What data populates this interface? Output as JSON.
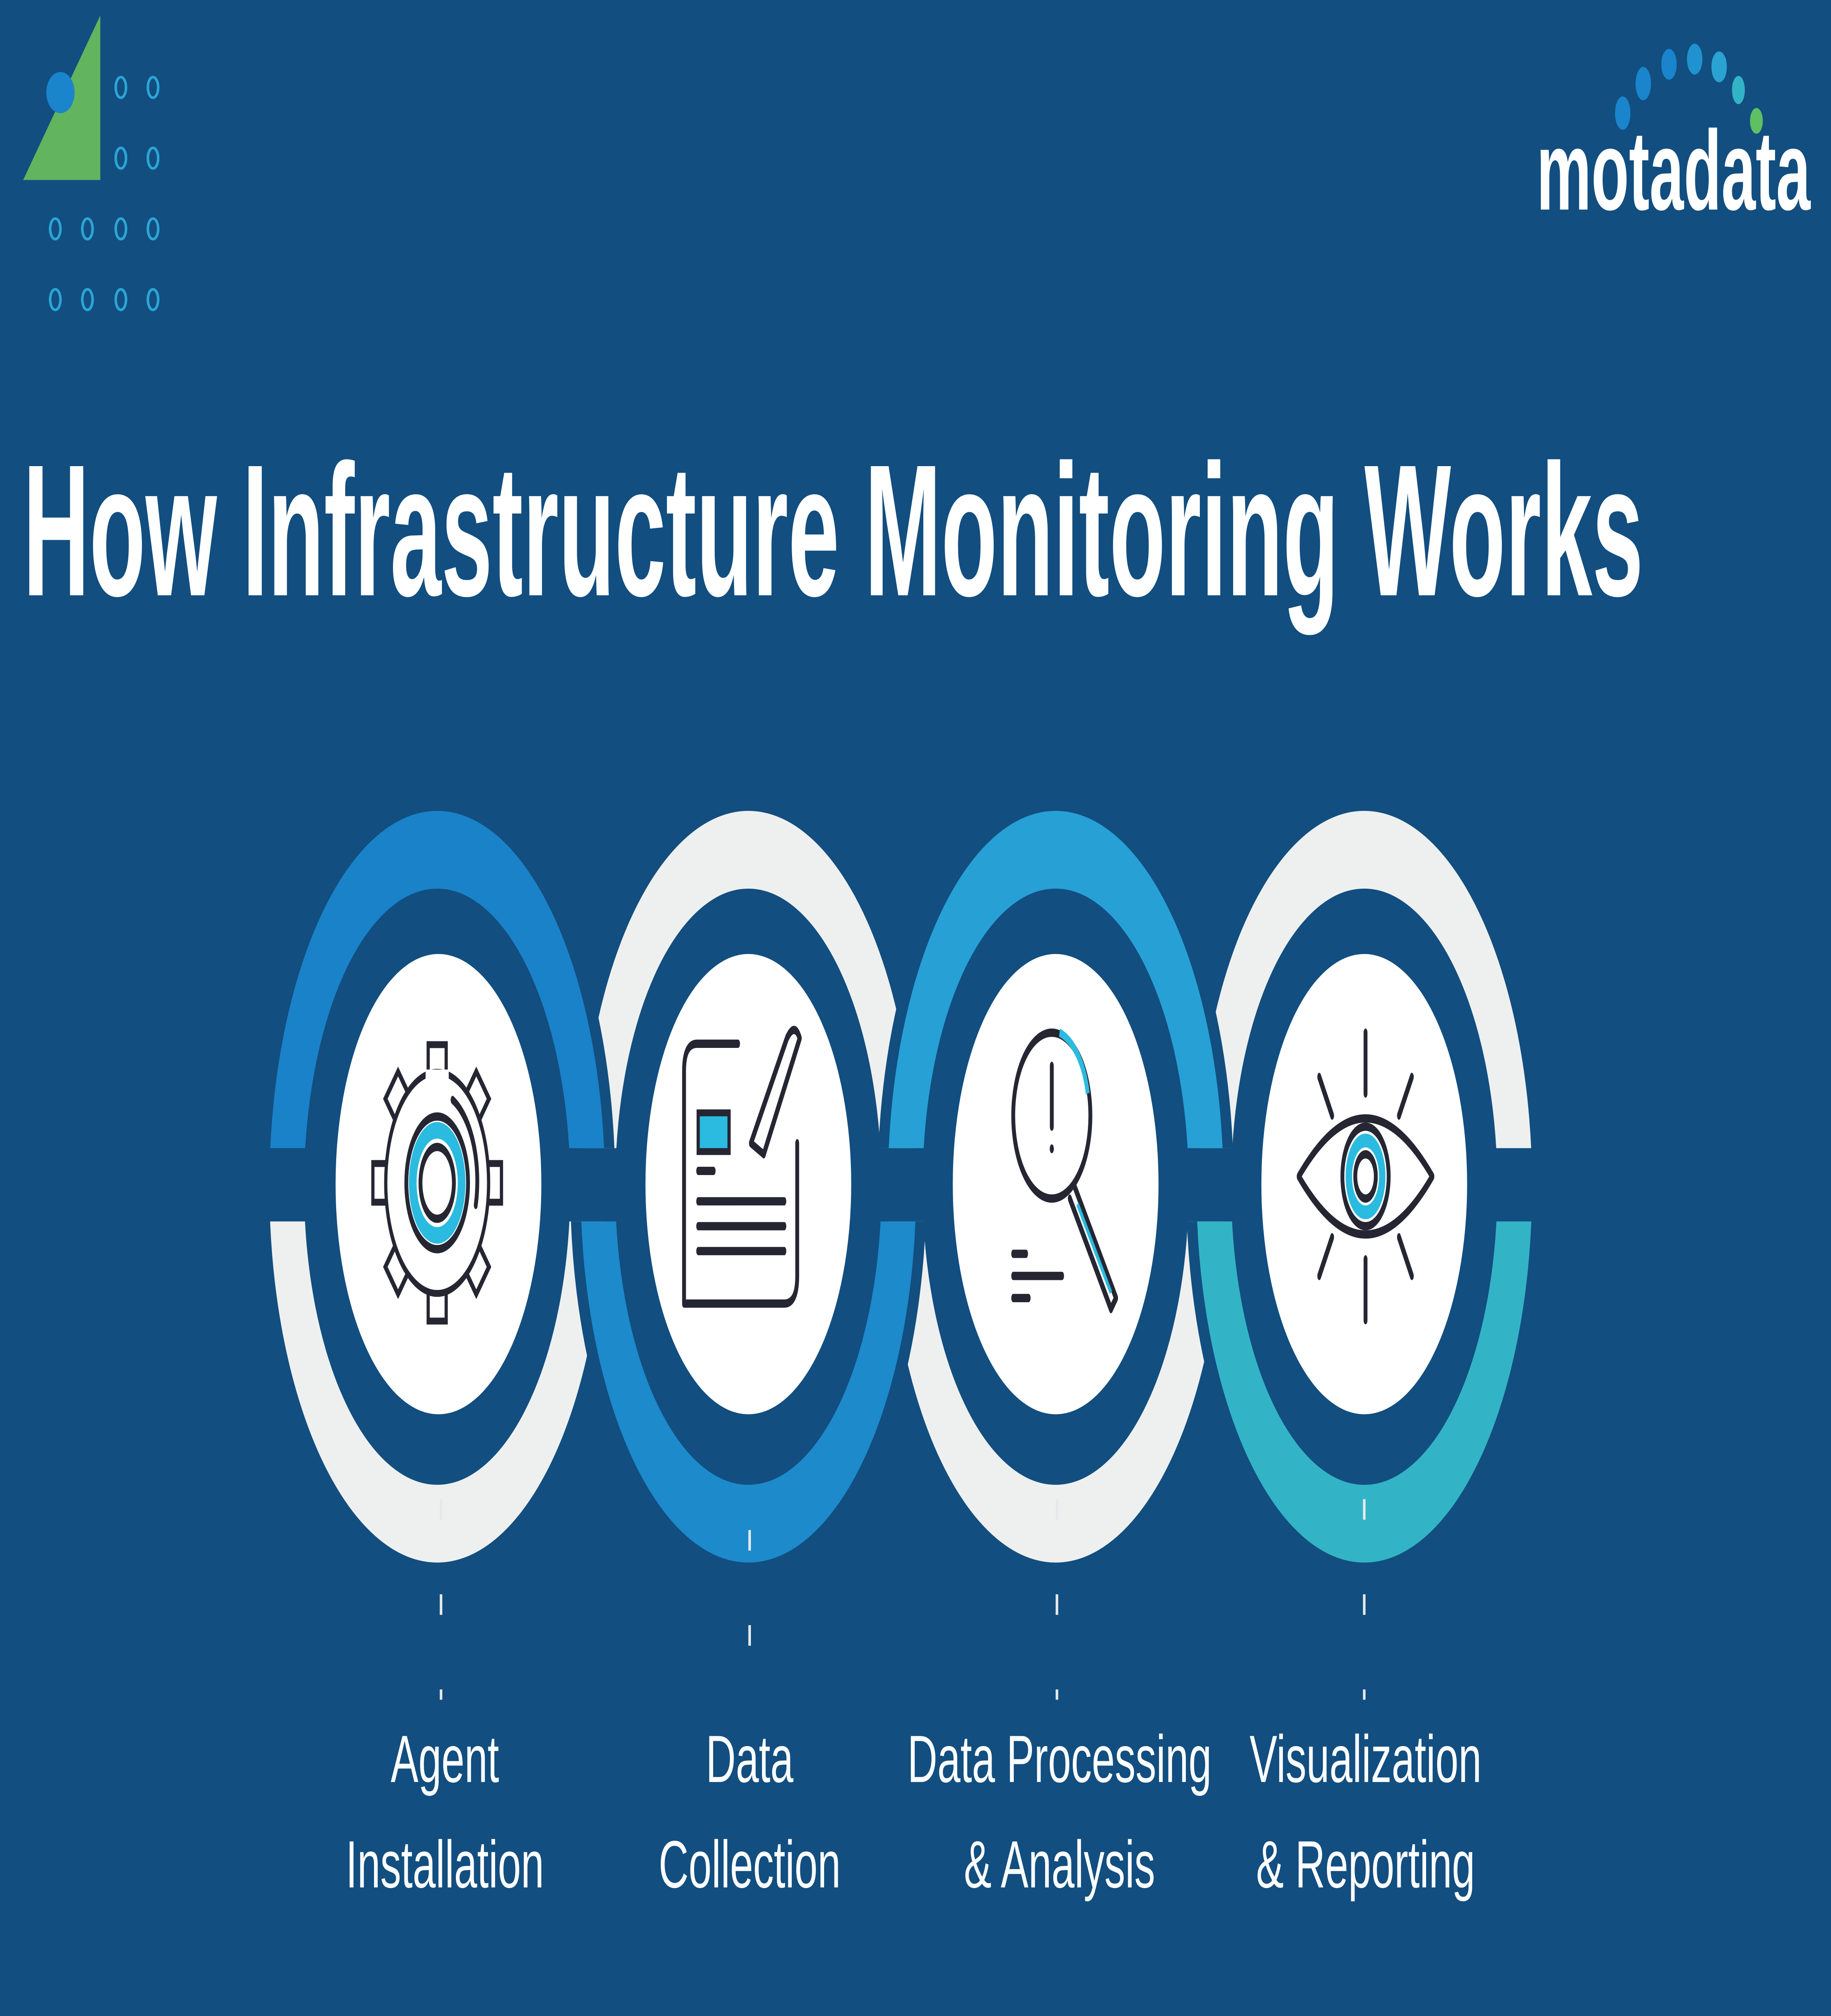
{
  "header": {
    "logo_text": "motadata",
    "title": "How Infrastructure Monitoring Works"
  },
  "steps": [
    {
      "line1": "Agent",
      "line2": "Installation",
      "icon": "gear-icon"
    },
    {
      "line1": "Data",
      "line2": "Collection",
      "icon": "document-edit-icon"
    },
    {
      "line1": "Data Processing",
      "line2": "& Analysis",
      "icon": "magnifier-icon"
    },
    {
      "line1": "Visualization",
      "line2": "& Reporting",
      "icon": "eye-icon"
    }
  ],
  "colors": {
    "background": "#124e80",
    "ring_gray": "#eef0ef",
    "blue": "#1a82c8",
    "cyan": "#30b8d6",
    "teal": "#35b6c0",
    "green": "#3ec97e",
    "icon_accent": "#2bbbe0"
  }
}
